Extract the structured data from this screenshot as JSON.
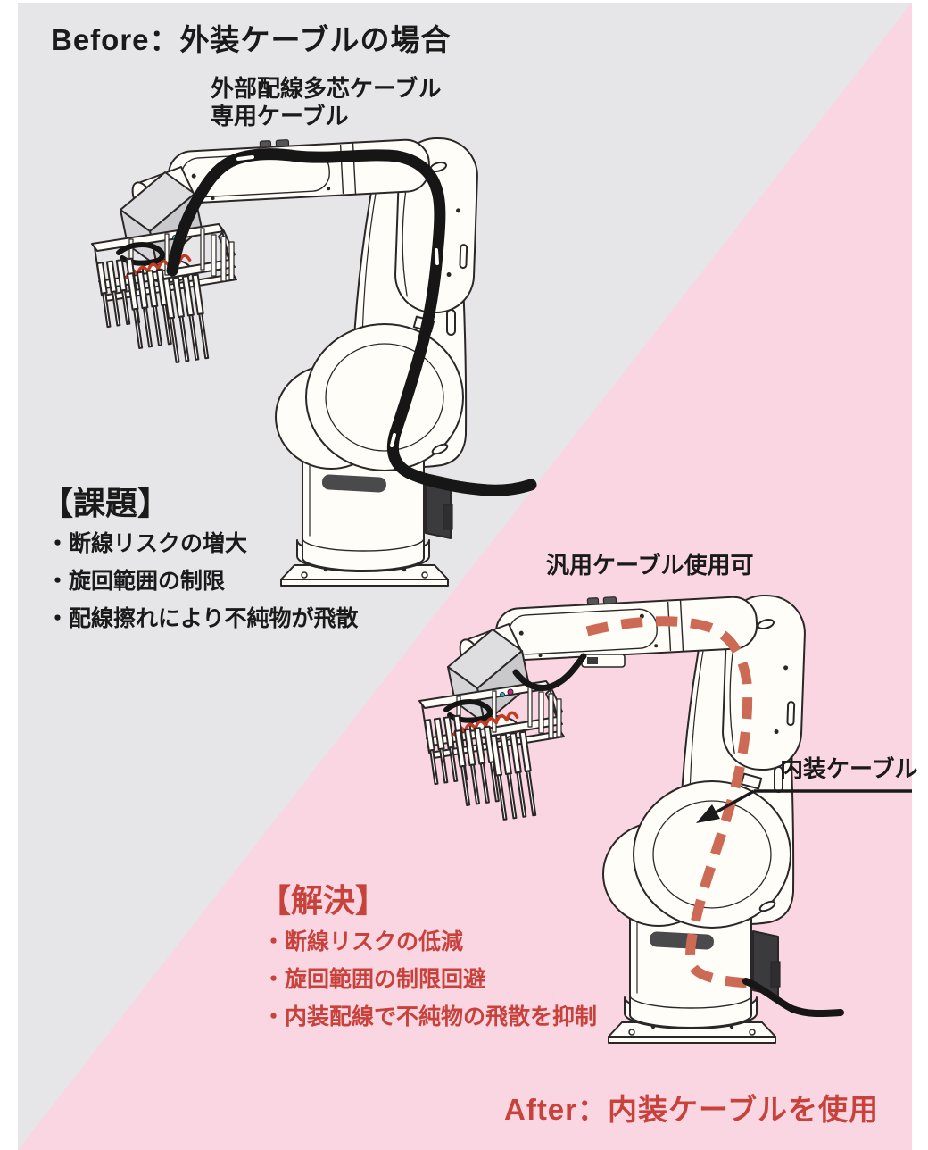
{
  "colors": {
    "background_gray": "#E6E5E7",
    "background_pink": "#FAD6E2",
    "accent_red": "#C8423C",
    "cable_black": "#161616",
    "internal_cable_dash": "#CD6A55",
    "robot_fill": "#FFFDF8",
    "outline": "#2B2628"
  },
  "before": {
    "title": "Before：外装ケーブルの場合",
    "cable_label_line1": "外部配線多芯ケーブル",
    "cable_label_line2": "専用ケーブル",
    "issues_heading": "【課題】",
    "issues": [
      "・断線リスクの増大",
      "・旋回範囲の制限",
      "・配線擦れにより不純物が飛散"
    ]
  },
  "after": {
    "title": "After：内装ケーブルを使用",
    "generic_cable_label": "汎用ケーブル使用可",
    "internal_cable_label": "内装ケーブル",
    "solutions_heading": "【解決】",
    "solutions": [
      "・断線リスクの低減",
      "・旋回範囲の制限回避",
      "・内装配線で不純物の飛散を抑制"
    ]
  }
}
